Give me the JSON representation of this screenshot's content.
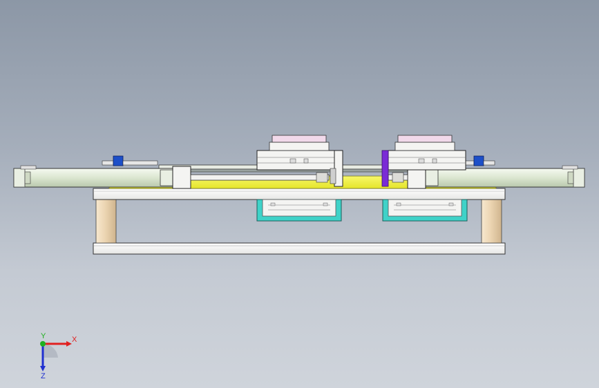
{
  "viewport": {
    "background_top": "#8c97a6",
    "background_bottom": "#cfd4db"
  },
  "model": {
    "view": "front",
    "colors": {
      "plate_white": "#f4f4f2",
      "deck_yellow": "#f3f23c",
      "cylinder_body": "#dfe9d5",
      "bracket_cyan": "#3fd2c8",
      "stopper_purple": "#7a2bd6",
      "sensor_blue": "#1d4fc8",
      "leg_tan": "#e9d3b2",
      "pad_pink": "#f1d9ea"
    }
  },
  "triad": {
    "x_label": "X",
    "y_label": "Y",
    "z_label": "Z",
    "x_color": "#e02020",
    "y_color": "#20b020",
    "z_color": "#2030d0"
  }
}
